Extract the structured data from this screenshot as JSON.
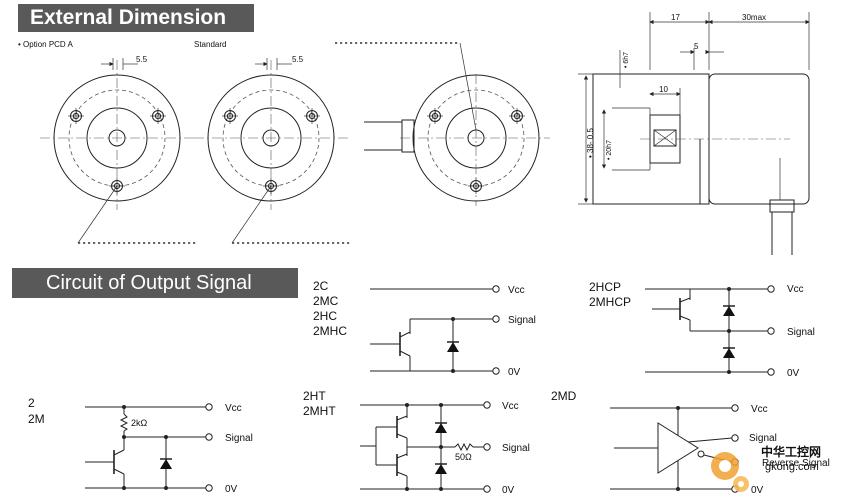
{
  "banners": {
    "external": "External Dimension",
    "circuit": "Circuit of Output Signal"
  },
  "dims": {
    "option_label": "• Option PCD A",
    "standard_label": "Standard",
    "d55a": "5.5",
    "d55b": "5.5",
    "d17": "17",
    "d30max": "30max",
    "d5": "5",
    "d10": "10",
    "d6h7": "• 6h7",
    "d38": "• 38- 0.5",
    "d20h7": "• 20h7"
  },
  "circuits": {
    "c1": {
      "models": [
        "2C",
        "2MC",
        "2HC",
        "2MHC"
      ],
      "vcc": "Vcc",
      "signal": "Signal",
      "zero": "0V"
    },
    "c2": {
      "models": [
        "2HCP",
        "2MHCP"
      ],
      "vcc": "Vcc",
      "signal": "Signal",
      "zero": "0V"
    },
    "c3": {
      "models": [
        "2",
        "2M"
      ],
      "vcc": "Vcc",
      "signal": "Signal",
      "zero": "0V",
      "resistor": "2kΩ"
    },
    "c4": {
      "models": [
        "2HT",
        "2MHT"
      ],
      "vcc": "Vcc",
      "signal": "Signal",
      "zero": "0V",
      "resistor": "50Ω"
    },
    "c5": {
      "models": [
        "2MD"
      ],
      "vcc": "Vcc",
      "signal": "Signal",
      "signal_bar": "Reverse Signal",
      "zero": "0V"
    }
  },
  "watermark": {
    "cn": "中华工控网",
    "url": "gkong.com"
  }
}
